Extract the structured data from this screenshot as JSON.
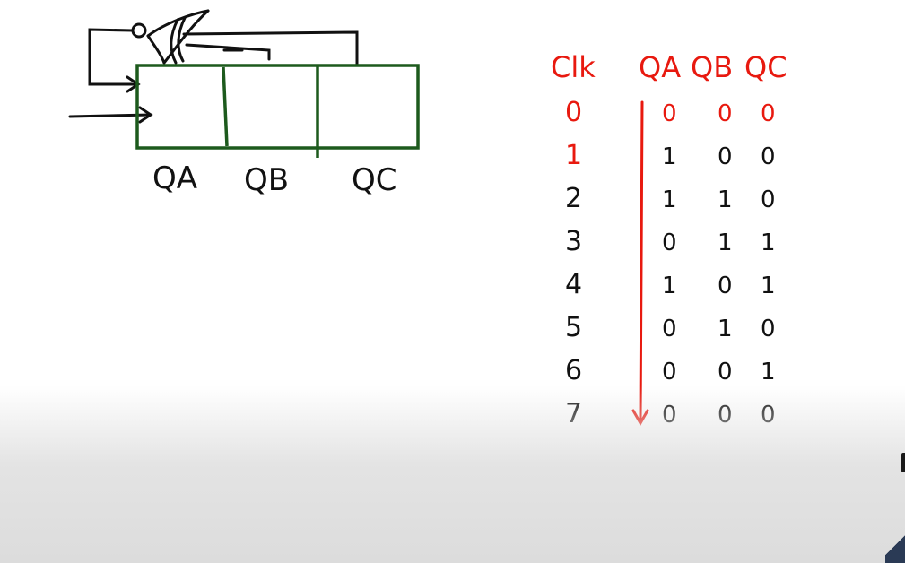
{
  "register": {
    "labels": [
      "QA",
      "QB",
      "QC"
    ],
    "cell_color": "#1d5a1d",
    "ink_color": "#111111"
  },
  "table": {
    "accent_color": "#e8190f",
    "headers": {
      "clk": "Clk",
      "columns": [
        "QA",
        "QB",
        "QC"
      ]
    },
    "rows": [
      {
        "clk": "0",
        "qa": "0",
        "qb": "0",
        "qc": "0"
      },
      {
        "clk": "1",
        "qa": "1",
        "qb": "0",
        "qc": "0"
      },
      {
        "clk": "2",
        "qa": "1",
        "qb": "1",
        "qc": "0"
      },
      {
        "clk": "3",
        "qa": "0",
        "qb": "1",
        "qc": "1"
      },
      {
        "clk": "4",
        "qa": "1",
        "qb": "0",
        "qc": "1"
      },
      {
        "clk": "5",
        "qa": "0",
        "qb": "1",
        "qc": "0"
      },
      {
        "clk": "6",
        "qa": "0",
        "qb": "0",
        "qc": "1"
      },
      {
        "clk": "7",
        "qa": "0",
        "qb": "0",
        "qc": "0"
      }
    ]
  }
}
